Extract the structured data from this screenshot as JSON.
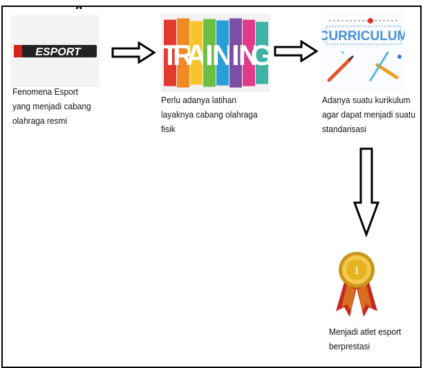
{
  "header": {
    "title_fragment": "g"
  },
  "steps": [
    {
      "logo_text": "ESPORT",
      "caption": [
        "Fenomena Esport",
        "yang menjadi cabang",
        "olahraga resmi"
      ]
    },
    {
      "logo_text": "TRAINING",
      "letters": [
        "T",
        "R",
        "A",
        "I",
        "N",
        "I",
        "N",
        "G"
      ],
      "caption": [
        "Perlu adanya latihan",
        "layaknya cabang olahraga",
        "fisik"
      ]
    },
    {
      "logo_text": "CURRICULUM",
      "caption": [
        "Adanya suatu kurikulum",
        "agar dapat menjadi suatu",
        "standarisasi"
      ]
    },
    {
      "medal_number": "1",
      "caption": [
        "Menjadi atlet esport",
        "berprestasi"
      ]
    }
  ],
  "colors": {
    "training_letters": [
      "#e23a2e",
      "#f08a24",
      "#f7c52b",
      "#6cbf43",
      "#2a9fd6",
      "#7b4fa3",
      "#e23a8a",
      "#3db3a4"
    ],
    "curriculum_text": "#4a8fd8",
    "medal_gold": "#e6b422",
    "ribbon_red": "#c8281e"
  }
}
